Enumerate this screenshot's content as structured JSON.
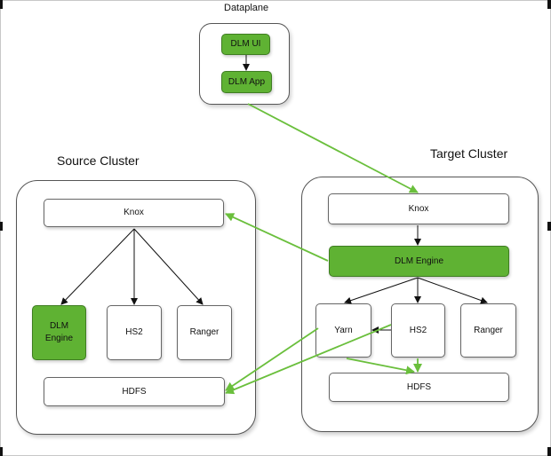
{
  "dataplane": {
    "title": "Dataplane",
    "dlm_ui": "DLM UI",
    "dlm_app": "DLM App"
  },
  "source_cluster": {
    "title": "Source Cluster",
    "knox": "Knox",
    "dlm_engine_line1": "DLM",
    "dlm_engine_line2": "Engine",
    "hs2": "HS2",
    "ranger": "Ranger",
    "hdfs": "HDFS"
  },
  "target_cluster": {
    "title": "Target Cluster",
    "knox": "Knox",
    "dlm_engine": "DLM Engine",
    "yarn": "Yarn",
    "hs2": "HS2",
    "ranger": "Ranger",
    "hdfs": "HDFS"
  },
  "colors": {
    "component_green": "#5fb233",
    "flow_arrow_green": "#6abf3c",
    "internal_arrow": "#111111"
  }
}
